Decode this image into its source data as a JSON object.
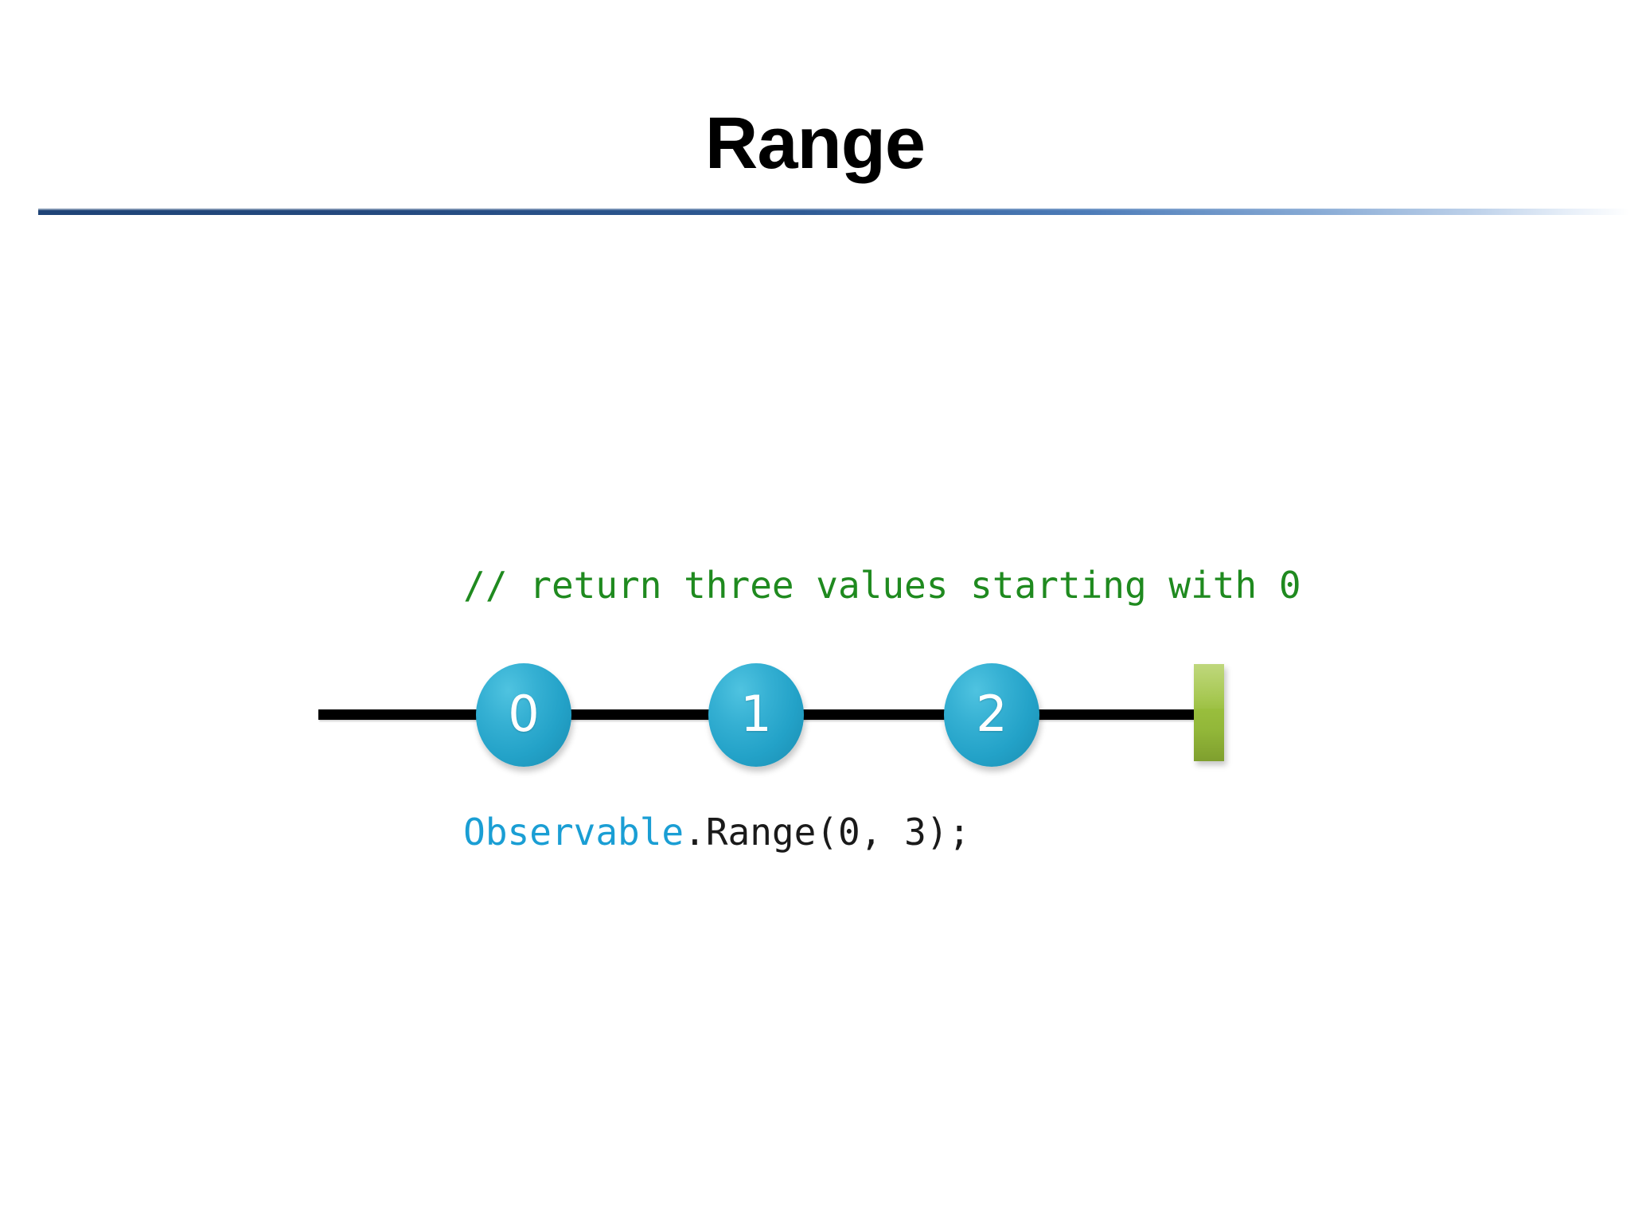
{
  "slide": {
    "title": "Range",
    "background_color": "#ffffff",
    "rule_color": "#1f4477"
  },
  "code": {
    "comment_line": "// return three values starting with 0",
    "call_type": "Observable",
    "call_rest": ".Range(0, 3);",
    "colors": {
      "comment": "#1f8a1f",
      "type": "#1a9ed4",
      "plain": "#1a1a1a"
    }
  },
  "marble_diagram": {
    "timeline_color": "#000000",
    "marble_color": "#23a2c8",
    "completion_color": "#9dc23f",
    "marbles": [
      {
        "label": "0"
      },
      {
        "label": "1"
      },
      {
        "label": "2"
      }
    ],
    "completion_label": "completion-marker"
  }
}
